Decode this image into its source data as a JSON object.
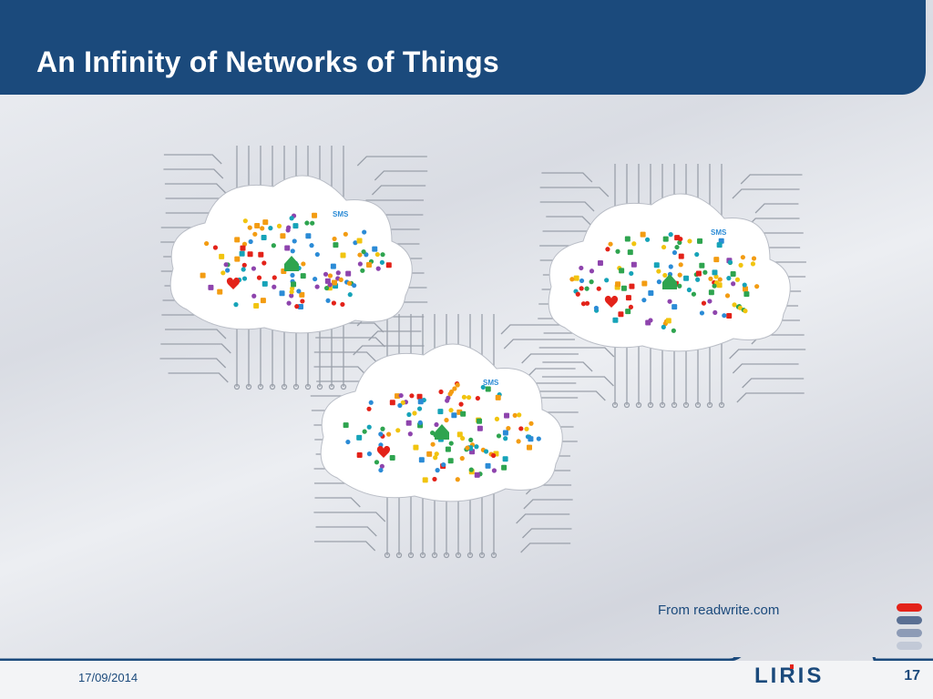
{
  "slide": {
    "title": "An Infinity of Networks of Things",
    "source_text": "From readwrite.com",
    "date": "17/09/2014",
    "page_number": "17",
    "logo_text": "LIRIS",
    "colors": {
      "title_bar": "#1b4a7c",
      "accent_red": "#e32219",
      "icon_orange": "#f39c12",
      "icon_green": "#2ea44f",
      "icon_blue": "#2b8bd6",
      "icon_purple": "#8e44ad",
      "circuit_gray": "#9aa0aa"
    },
    "artwork": {
      "clouds": [
        {
          "label": "SMS",
          "icons": [
            "home-icon",
            "heart-icon",
            "bird-icon",
            "sms-icon",
            "cursor-hand-icon",
            "music-icon"
          ]
        },
        {
          "label": "SMS",
          "icons": [
            "home-icon",
            "heart-icon",
            "bird-icon",
            "sms-icon",
            "cursor-hand-icon",
            "music-icon"
          ]
        },
        {
          "label": "SMS",
          "icons": [
            "home-icon",
            "heart-icon",
            "bird-icon",
            "sms-icon",
            "cursor-hand-icon",
            "music-icon"
          ]
        }
      ]
    }
  }
}
